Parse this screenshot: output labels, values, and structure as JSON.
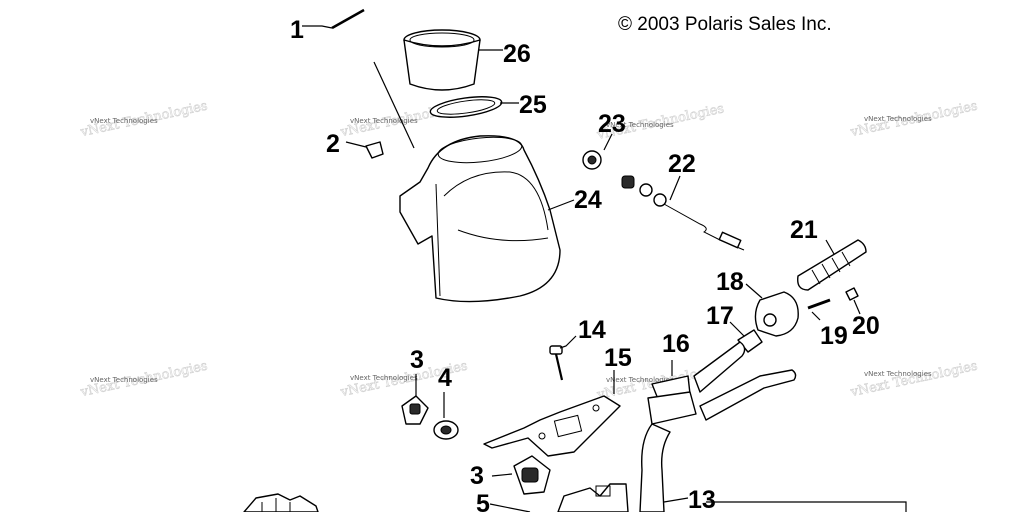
{
  "copyright": "© 2003 Polaris Sales Inc.",
  "watermark": "vNext Technologies",
  "callouts": [
    "1",
    "26",
    "25",
    "2",
    "23",
    "22",
    "24",
    "21",
    "18",
    "17",
    "19",
    "20",
    "14",
    "16",
    "15",
    "3",
    "4",
    "3",
    "5",
    "13"
  ]
}
